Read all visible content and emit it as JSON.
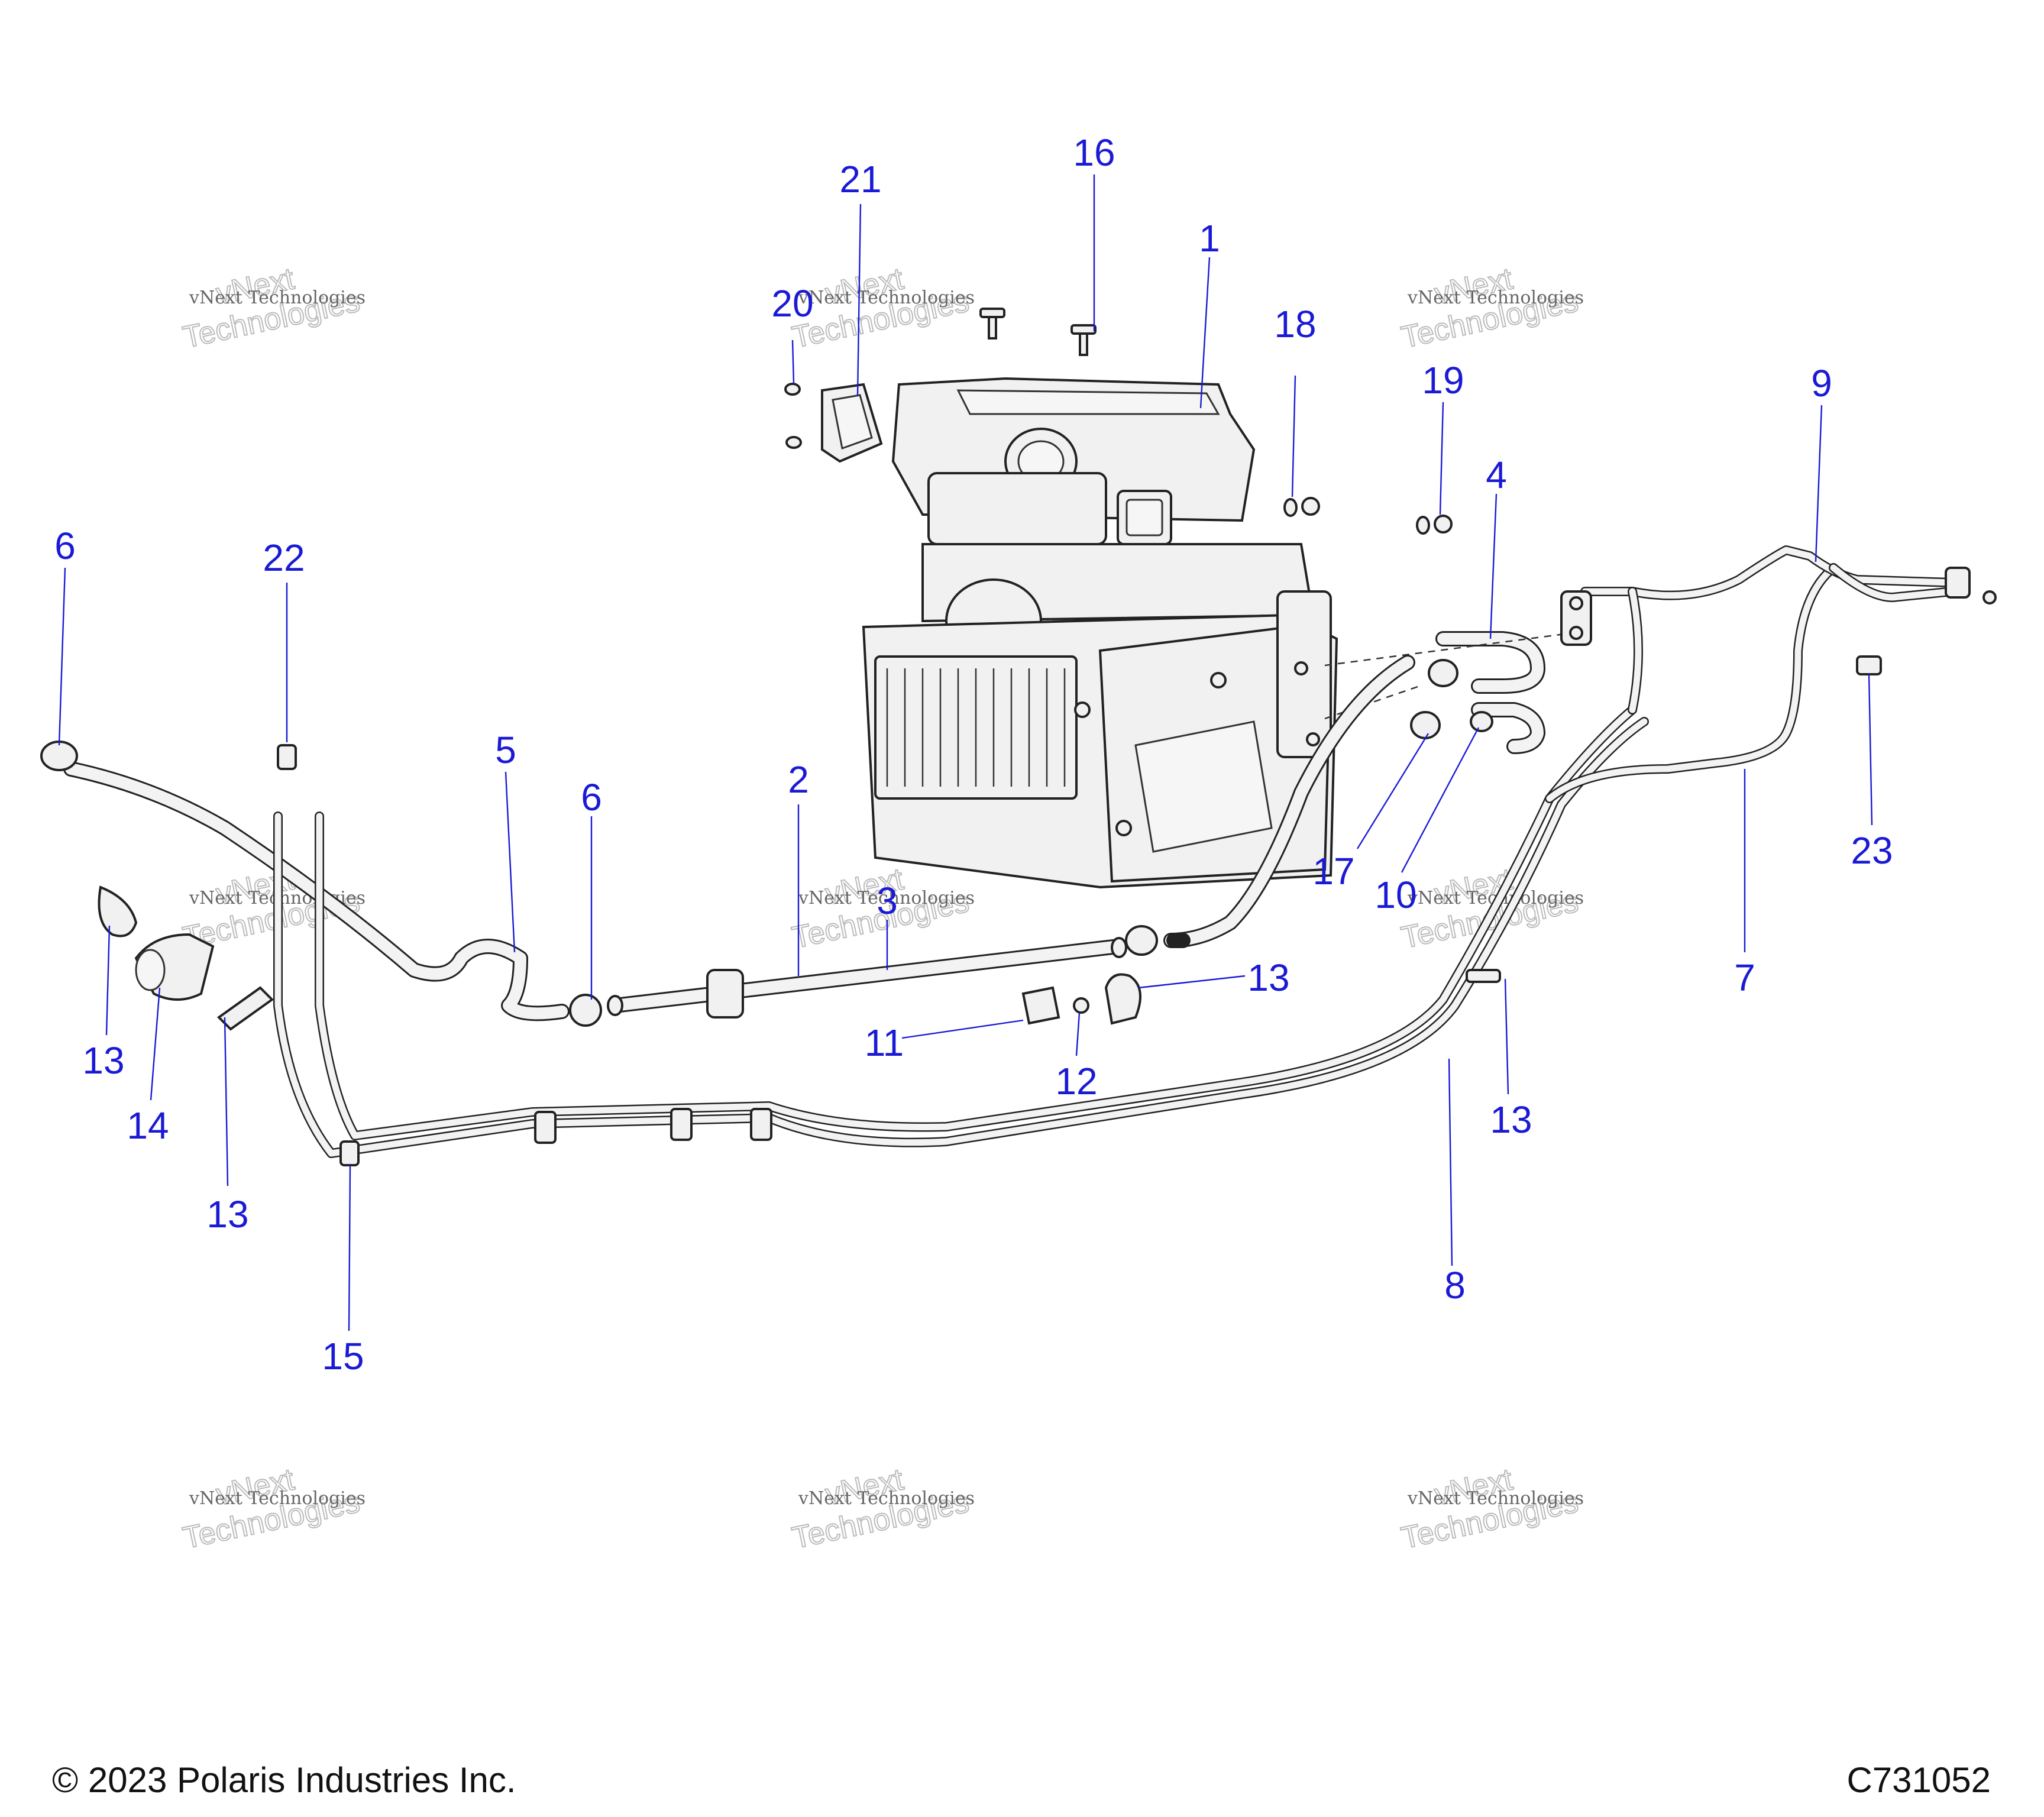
{
  "watermark": {
    "line1": "vNext Technologies",
    "line2": "vNext",
    "line3": "Technologies"
  },
  "callouts": [
    {
      "id": "c1",
      "label": "1"
    },
    {
      "id": "c2",
      "label": "2"
    },
    {
      "id": "c3",
      "label": "3"
    },
    {
      "id": "c4",
      "label": "4"
    },
    {
      "id": "c5",
      "label": "5"
    },
    {
      "id": "c6a",
      "label": "6"
    },
    {
      "id": "c6b",
      "label": "6"
    },
    {
      "id": "c7",
      "label": "7"
    },
    {
      "id": "c8",
      "label": "8"
    },
    {
      "id": "c9",
      "label": "9"
    },
    {
      "id": "c10",
      "label": "10"
    },
    {
      "id": "c11",
      "label": "11"
    },
    {
      "id": "c12",
      "label": "12"
    },
    {
      "id": "c13a",
      "label": "13"
    },
    {
      "id": "c13b",
      "label": "13"
    },
    {
      "id": "c13c",
      "label": "13"
    },
    {
      "id": "c13d",
      "label": "13"
    },
    {
      "id": "c14",
      "label": "14"
    },
    {
      "id": "c15",
      "label": "15"
    },
    {
      "id": "c16",
      "label": "16"
    },
    {
      "id": "c17",
      "label": "17"
    },
    {
      "id": "c18",
      "label": "18"
    },
    {
      "id": "c19",
      "label": "19"
    },
    {
      "id": "c20",
      "label": "20"
    },
    {
      "id": "c21",
      "label": "21"
    },
    {
      "id": "c22",
      "label": "22"
    },
    {
      "id": "c23",
      "label": "23"
    }
  ],
  "footer": {
    "copyright": "© 2023 Polaris Industries Inc.",
    "code": "C731052"
  }
}
